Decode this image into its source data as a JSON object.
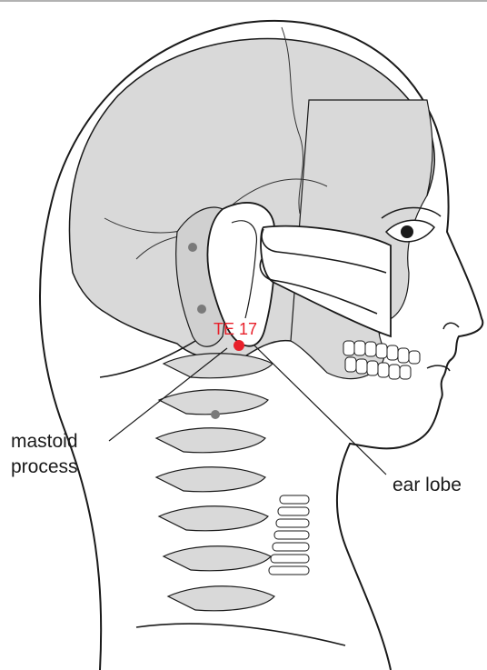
{
  "labels": {
    "mastoid_line1": "mastoid",
    "mastoid_line2": "process",
    "ear_lobe": "ear lobe",
    "point": "TE 17"
  },
  "colors": {
    "skin": "#ffffff",
    "bone": "#d9d9d9",
    "outline": "#1a1a1a",
    "point": "#e8202a",
    "secondary_point": "#7a7a7a"
  }
}
